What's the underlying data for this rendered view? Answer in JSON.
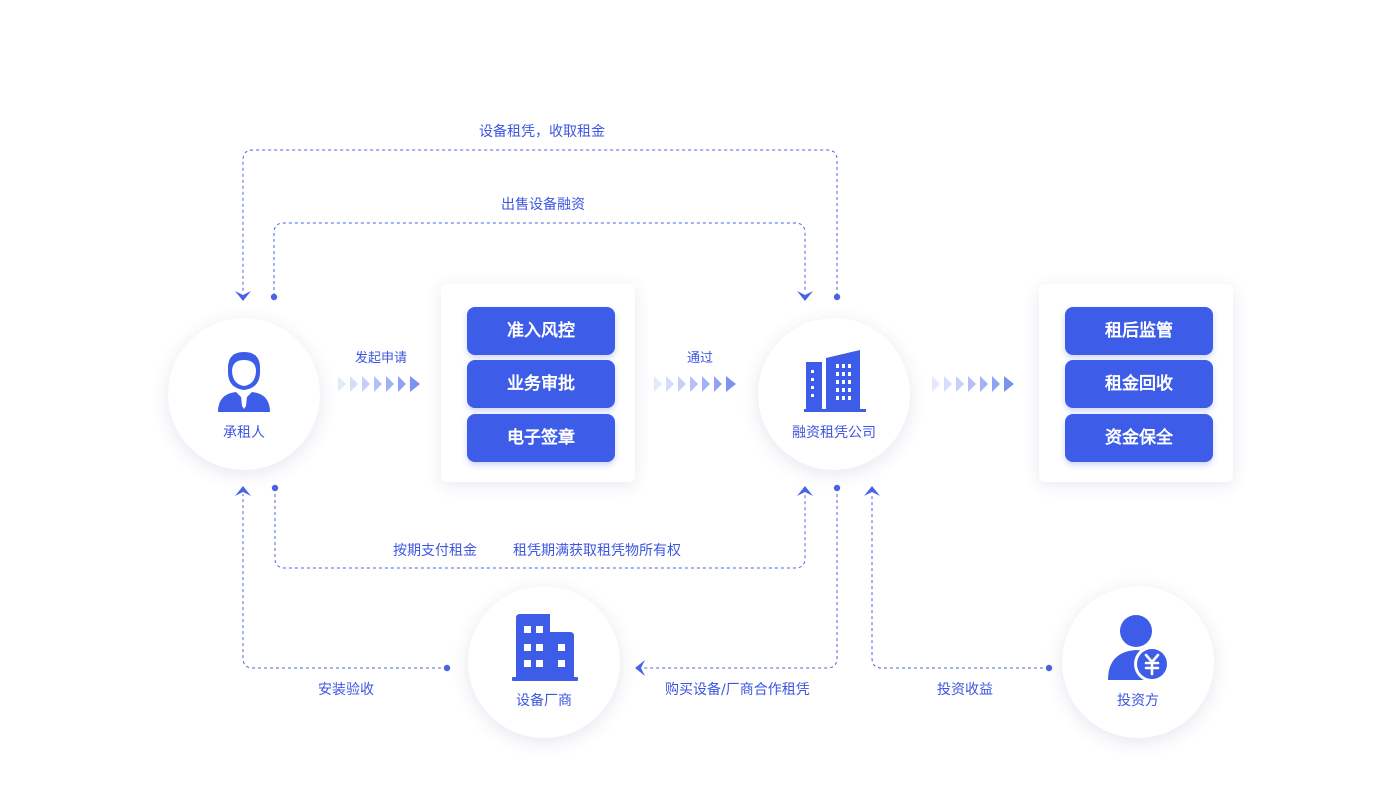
{
  "nodes": {
    "lessee": {
      "label": "承租人",
      "icon": "businessman-icon"
    },
    "leasing_company": {
      "label": "融资租凭公司",
      "icon": "office-building-icon"
    },
    "manufacturer": {
      "label": "设备厂商",
      "icon": "factory-building-icon"
    },
    "investor": {
      "label": "投资方",
      "icon": "investor-yuan-icon"
    }
  },
  "process_box": {
    "items": [
      "准入风控",
      "业务审批",
      "电子签章"
    ]
  },
  "post_box": {
    "items": [
      "租后监管",
      "租金回收",
      "资金保全"
    ]
  },
  "edges": {
    "lease_collect": "设备租凭，收取租金",
    "sell_finance": "出售设备融资",
    "apply": "发起申请",
    "pass": "通过",
    "pay_rent": "按期支付租金",
    "ownership": "租凭期满获取租凭物所有权",
    "install": "安装验收",
    "purchase": "购买设备/厂商合作租凭",
    "returns": "投资收益"
  },
  "colors": {
    "primary": "#3d5ce8",
    "text": "#3d56e0",
    "chevron_light": "#dfe4fb",
    "chevron_dark": "#8a9cf0"
  }
}
